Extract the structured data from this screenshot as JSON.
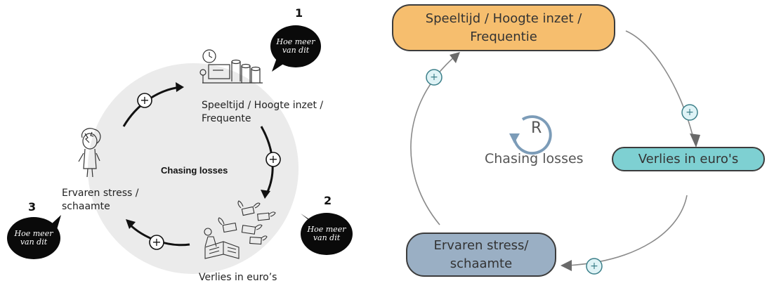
{
  "left": {
    "center_title": "Chasing losses",
    "nodes": [
      {
        "number": "1",
        "label_line1": "Speeltijd / Hoogte inzet /",
        "label_line2": "Frequente"
      },
      {
        "number": "2",
        "label_line1": "Verlies in euro’s"
      },
      {
        "number": "3",
        "label_line1": "Ervaren stress /",
        "label_line2": "schaamte"
      }
    ],
    "bubbles": [
      {
        "line1": "Hoe meer",
        "line2": "van dit"
      },
      {
        "line1": "Hoe meer",
        "line2": "van dit"
      },
      {
        "line1": "Hoe meer",
        "line2": "van dit"
      }
    ],
    "plus_signs": [
      "+",
      "+",
      "+"
    ]
  },
  "right": {
    "nodes": [
      {
        "line1": "Speeltijd / Hoogte inzet /",
        "line2": "Frequentie",
        "color": "#f6be6e"
      },
      {
        "line1": "Verlies in euro's",
        "color": "#7ed0d2"
      },
      {
        "line1": "Ervaren stress/",
        "line2": "schaamte",
        "color": "#9aafc4"
      }
    ],
    "loop_letter": "R",
    "loop_label": "Chasing losses",
    "polarities": [
      "+",
      "+",
      "+"
    ]
  }
}
